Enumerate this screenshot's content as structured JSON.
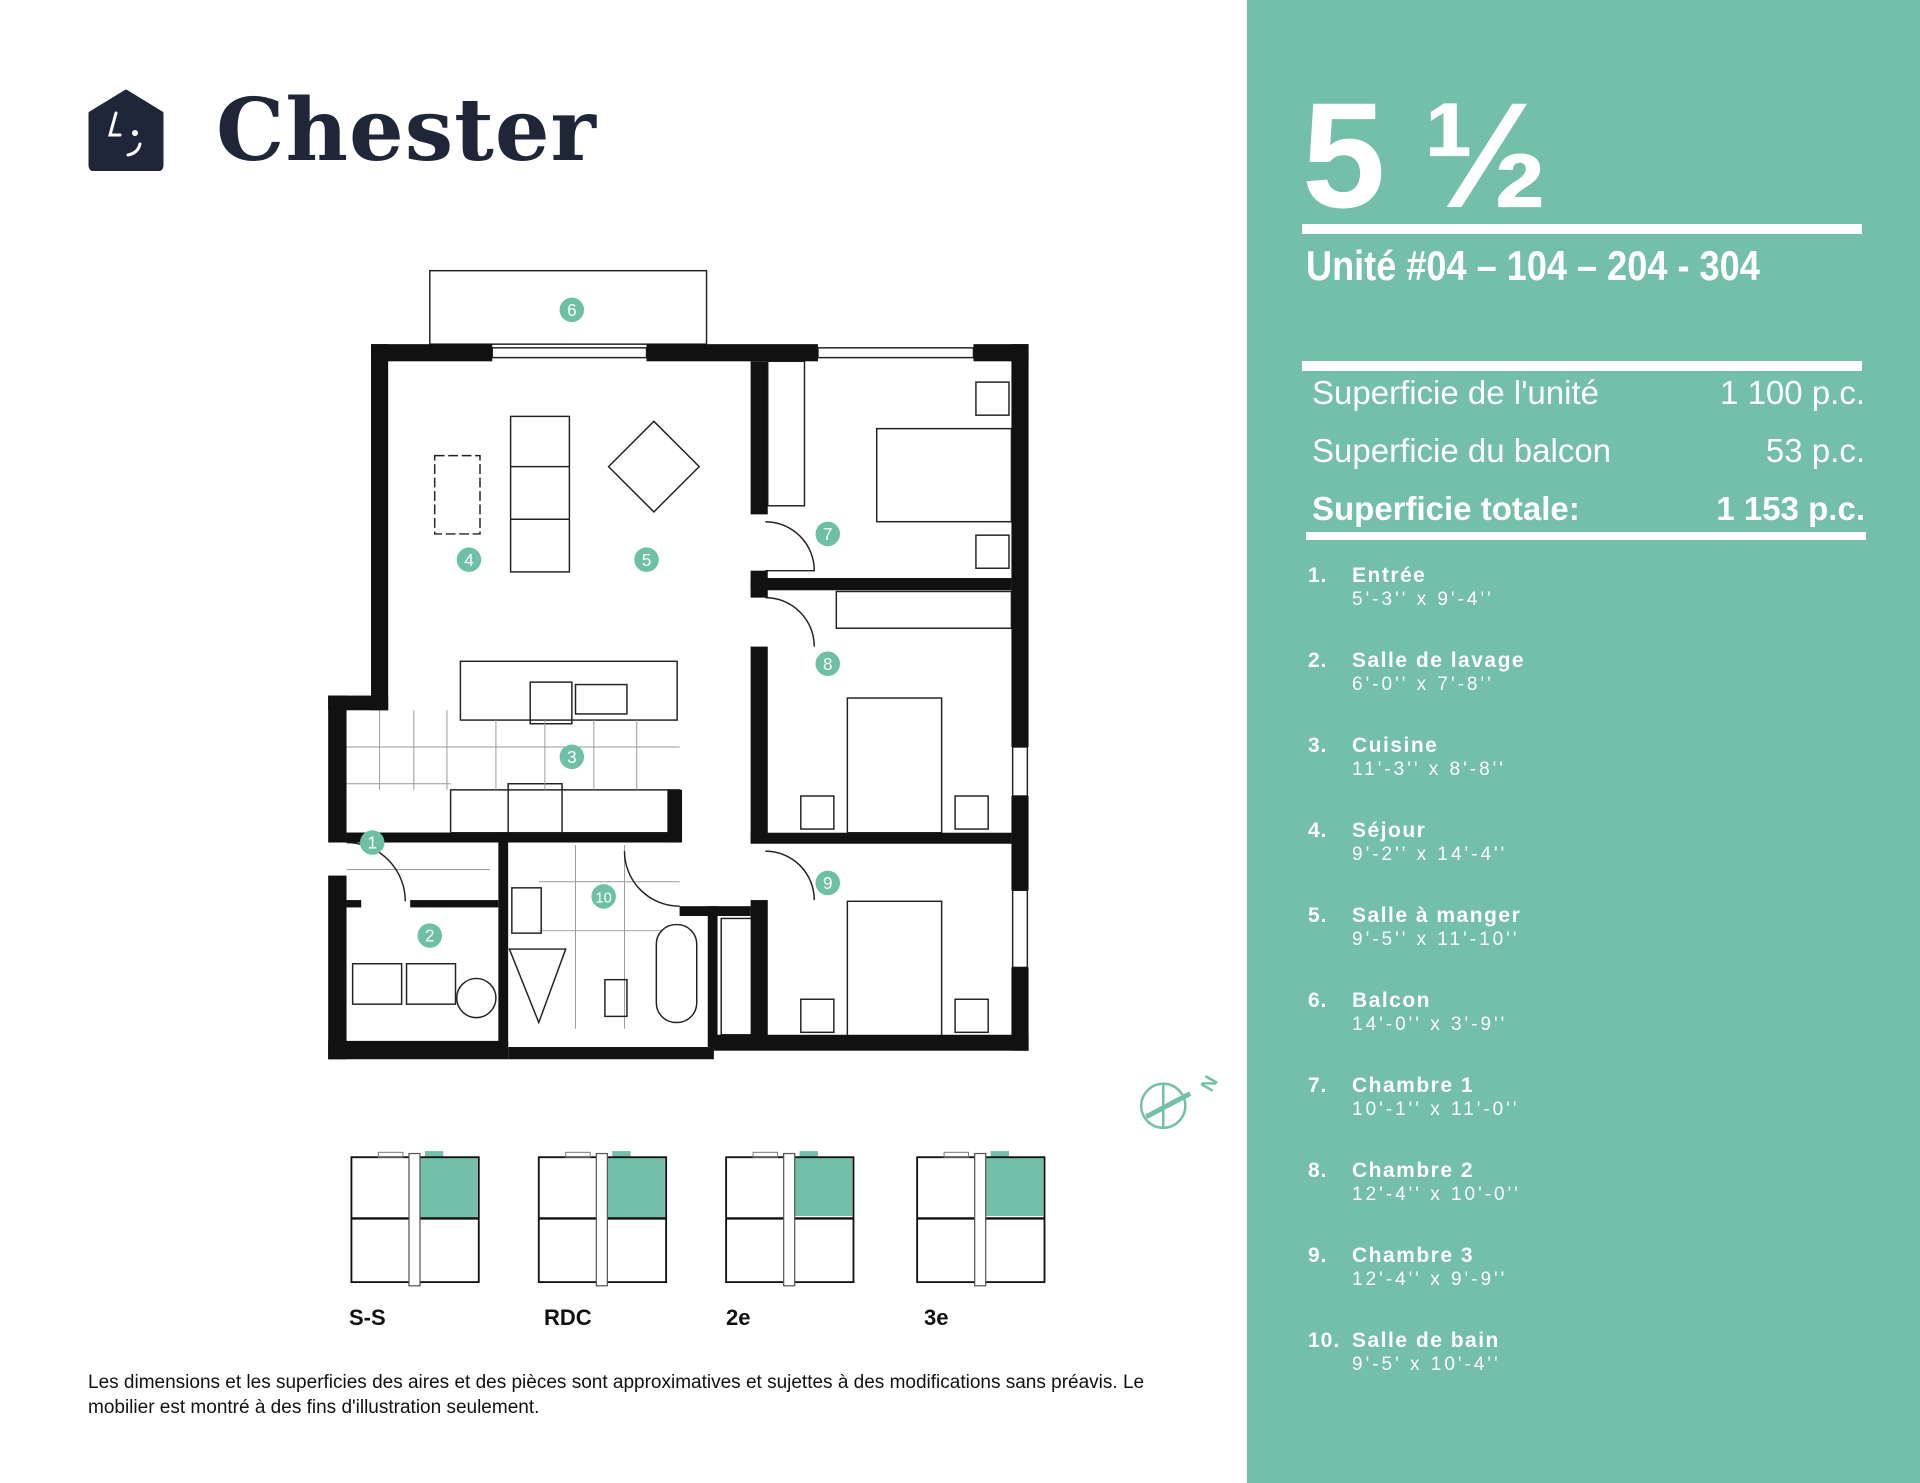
{
  "brand": {
    "name": "Chester",
    "logo_icon": "house-face-icon"
  },
  "unit": {
    "type": "5 ½",
    "numbers": "Unité #04 – 104 – 204 - 304"
  },
  "areas": [
    {
      "label": "Superficie de l'unité",
      "value": "1 100 p.c."
    },
    {
      "label": "Superficie du balcon",
      "value": "53 p.c."
    },
    {
      "label": "Superficie totale:",
      "value": "1 153 p.c."
    }
  ],
  "rooms": [
    {
      "num": "1.",
      "name": "Entrée",
      "dim": "5'-3'' x 9'-4''"
    },
    {
      "num": "2.",
      "name": "Salle de lavage",
      "dim": "6'-0'' x 7'-8''"
    },
    {
      "num": "3.",
      "name": "Cuisine",
      "dim": "11'-3'' x 8'-8''"
    },
    {
      "num": "4.",
      "name": "Séjour",
      "dim": "9'-2'' x 14'-4''"
    },
    {
      "num": "5.",
      "name": "Salle à manger",
      "dim": "9'-5'' x 11'-10''"
    },
    {
      "num": "6.",
      "name": "Balcon",
      "dim": "14'-0'' x 3'-9''"
    },
    {
      "num": "7.",
      "name": "Chambre 1",
      "dim": "10'-1'' x 11'-0''"
    },
    {
      "num": "8.",
      "name": "Chambre 2",
      "dim": "12'-4'' x 10'-0''"
    },
    {
      "num": "9.",
      "name": "Chambre 3",
      "dim": "12'-4'' x 9'-9''"
    },
    {
      "num": "10.",
      "name": "Salle de bain",
      "dim": "9'-5' x 10'-4''"
    }
  ],
  "plan_markers": [
    "1",
    "2",
    "3",
    "4",
    "5",
    "6",
    "7",
    "8",
    "9",
    "10"
  ],
  "compass": {
    "label": "N",
    "icon": "north-arrow-icon"
  },
  "floors": [
    "S-S",
    "RDC",
    "2e",
    "3e"
  ],
  "footer": "Les dimensions et les superficies des aires et des pièces sont approximatives et sujettes à des modifications sans préavis. Le mobilier est montré à des fins d'illustration seulement.",
  "colors": {
    "accent": "#73bfa9",
    "marker": "#6dbfa6",
    "ink": "#1f2638",
    "wall": "#111111"
  }
}
